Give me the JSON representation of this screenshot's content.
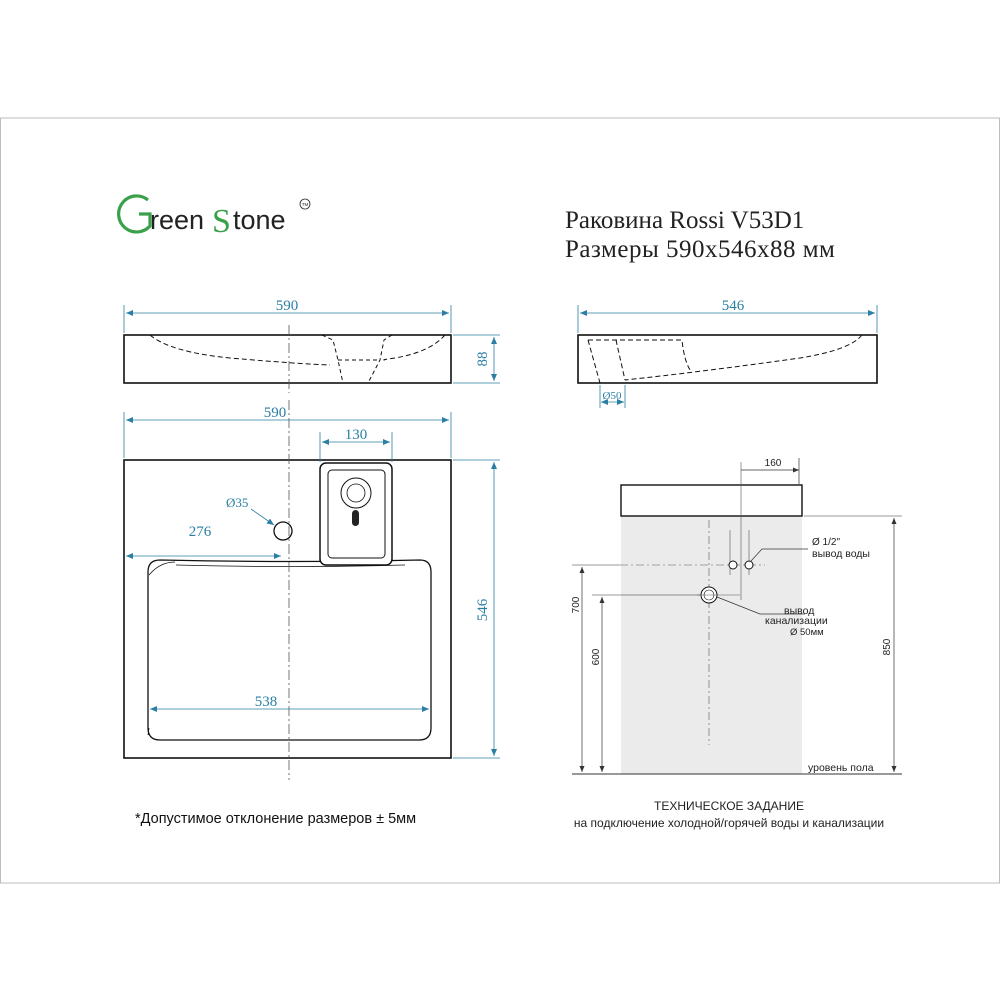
{
  "brand": {
    "logo_text": "GreenStone",
    "tm": "TM"
  },
  "title": {
    "product": "Раковина Rossi V53D1",
    "dimensions": "Размеры 590х546х88 мм"
  },
  "front_view": {
    "width": "590",
    "height": "88"
  },
  "side_view": {
    "depth": "546",
    "drain": "Ø50"
  },
  "top_view": {
    "width": "590",
    "faucet_block": "130",
    "hole_diameter": "Ø35",
    "hole_offset": "276",
    "depth": "546",
    "bowl_width": "538"
  },
  "install": {
    "offset": "160",
    "water_pipe": "Ø 1/2\"",
    "water_label": "вывод воды",
    "drain_label_1": "вывод",
    "drain_label_2": "канализации",
    "drain_diameter": "Ø 50мм",
    "height_700": "700",
    "height_600": "600",
    "height_850": "850",
    "floor": "уровень пола"
  },
  "tolerance_note": "*Допустимое отклонение размеров ± 5мм",
  "spec": {
    "title": "ТЕХНИЧЕСКОЕ ЗАДАНИЕ",
    "subtitle": "на подключение холодной/горячей воды и канализации"
  },
  "colors": {
    "dimension": "#2a7fa3",
    "logo_green": "#3aa04a",
    "outline": "#111111",
    "wall": "#ebebeb"
  }
}
